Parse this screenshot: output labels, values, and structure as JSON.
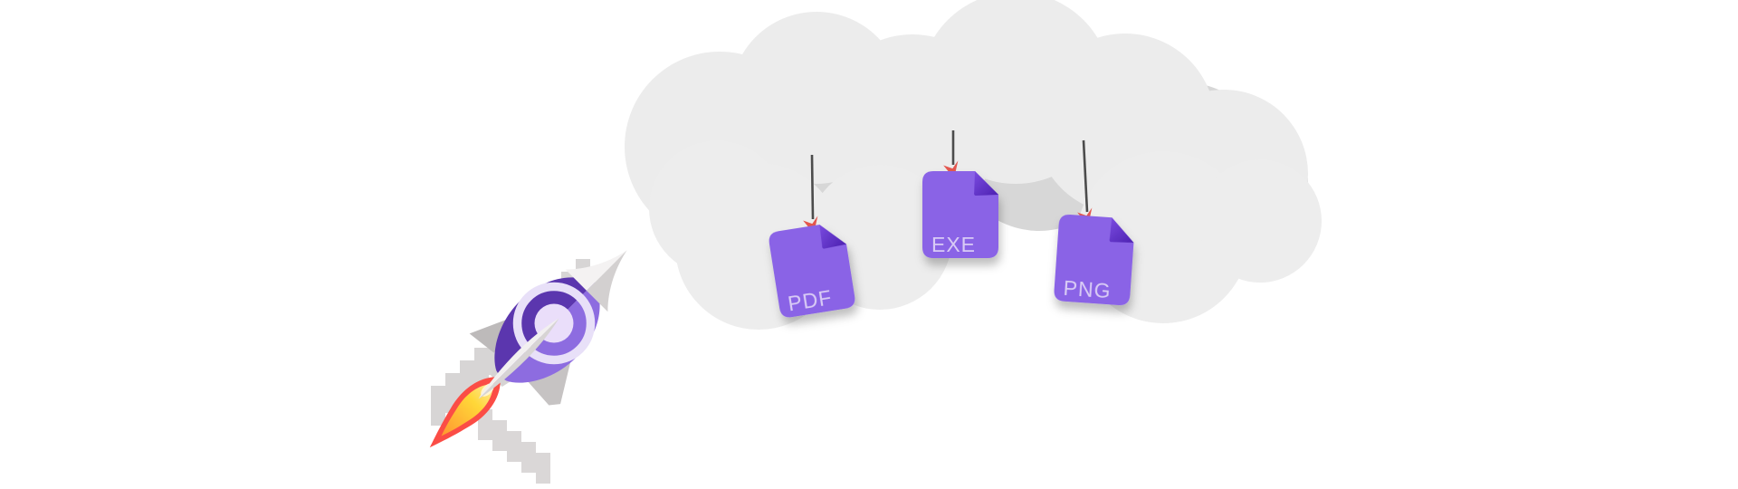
{
  "illustration": {
    "name": "files-hanging-from-cloud-with-rocket",
    "hanging_files": [
      {
        "label": "PDF"
      },
      {
        "label": "EXE"
      },
      {
        "label": "PNG"
      }
    ]
  },
  "icons": {
    "cloud": "cloud-icon",
    "cloud_shadow": "cloud-shadow-icon",
    "file": "file-card-icon",
    "hook": "hook-arrow-icon",
    "string": "hanging-string",
    "rocket": "rocket-icon",
    "porthole": "porthole-window-icon",
    "flame": "flame-icon",
    "smoke": "smoke-trail-icon"
  },
  "colors": {
    "background": "#ffffff",
    "cloud_light": "#ececec",
    "cloud_shadow": "#d7d7d7",
    "cloud_front": "#ededed",
    "file_purple": "#8a63e6",
    "file_fold_from": "#7a4be0",
    "file_fold_to": "#4c21b0",
    "file_label": "#d9cbf5",
    "string": "#4c4c4c",
    "hook_red": "#e4564e",
    "rocket_dark": "#5b36ae",
    "rocket_light": "#8d6ce0",
    "window_ring": "#e8e0f8",
    "window_glass": "#eadefa",
    "cone_white": "#f4f2f2",
    "cone_gray": "#d3d0d0",
    "fin_gray": "#c6c3c3",
    "flame_red": "#fb4d46",
    "flame_yellow": "#ffd738",
    "flame_orange": "#ff9430",
    "smoke": "#d3d0d0"
  }
}
